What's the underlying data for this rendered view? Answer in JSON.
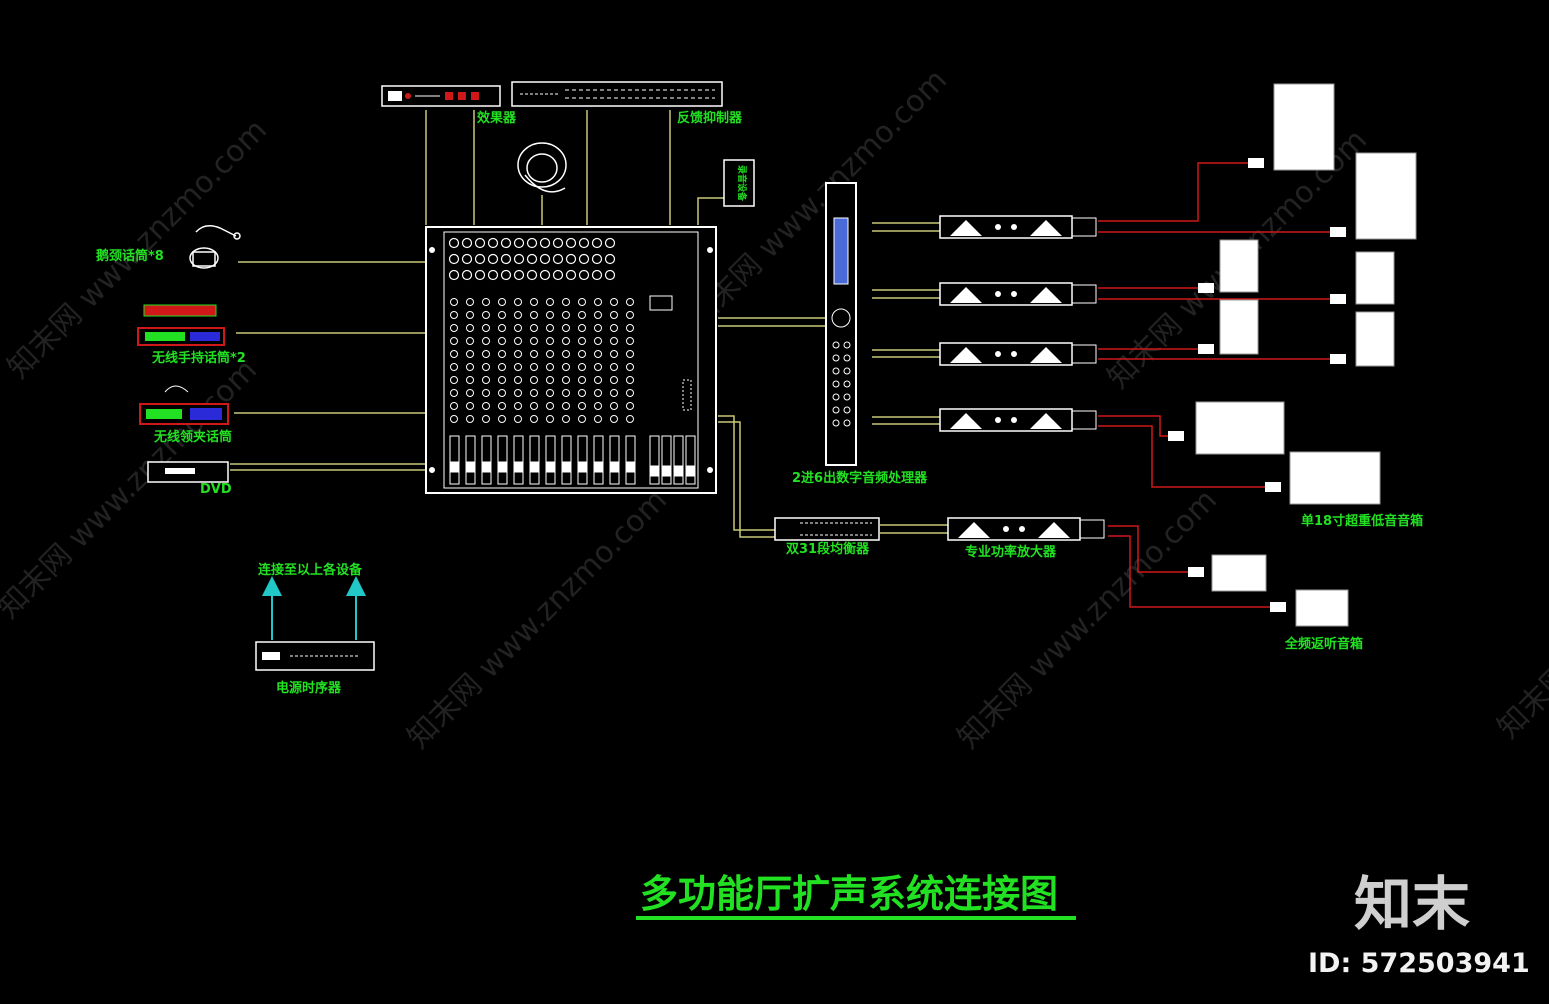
{
  "diagram": {
    "title": "多功能厅扩声系统连接图",
    "labels": {
      "effects": "效果器",
      "feedback": "反馈抑制器",
      "gooseneck_mic": "鹅颈话筒*8",
      "handheld_mic": "无线手持话筒*2",
      "headset_mic": "无线领夹话筒",
      "dvd": "DVD",
      "processor": "2进6出数字音频处理器",
      "eq": "双31段均衡器",
      "amp": "专业功率放大器",
      "subwoofer": "单18寸超重低音音箱",
      "fullrange": "全频返听音箱",
      "sequencer": "电源时序器",
      "connect_all": "连接至以上各设备",
      "side_box": "录音设备"
    }
  },
  "watermark": {
    "text": "知末网 www.znzmo.com",
    "brand": "知末",
    "id": "ID: 572503941"
  },
  "colors": {
    "background": "#000000",
    "label_green": "#22e022",
    "signal_yellow": "#c8c878",
    "speaker_red": "#d01818",
    "arrow_cyan": "#22c8c8",
    "outline_white": "#ffffff"
  }
}
